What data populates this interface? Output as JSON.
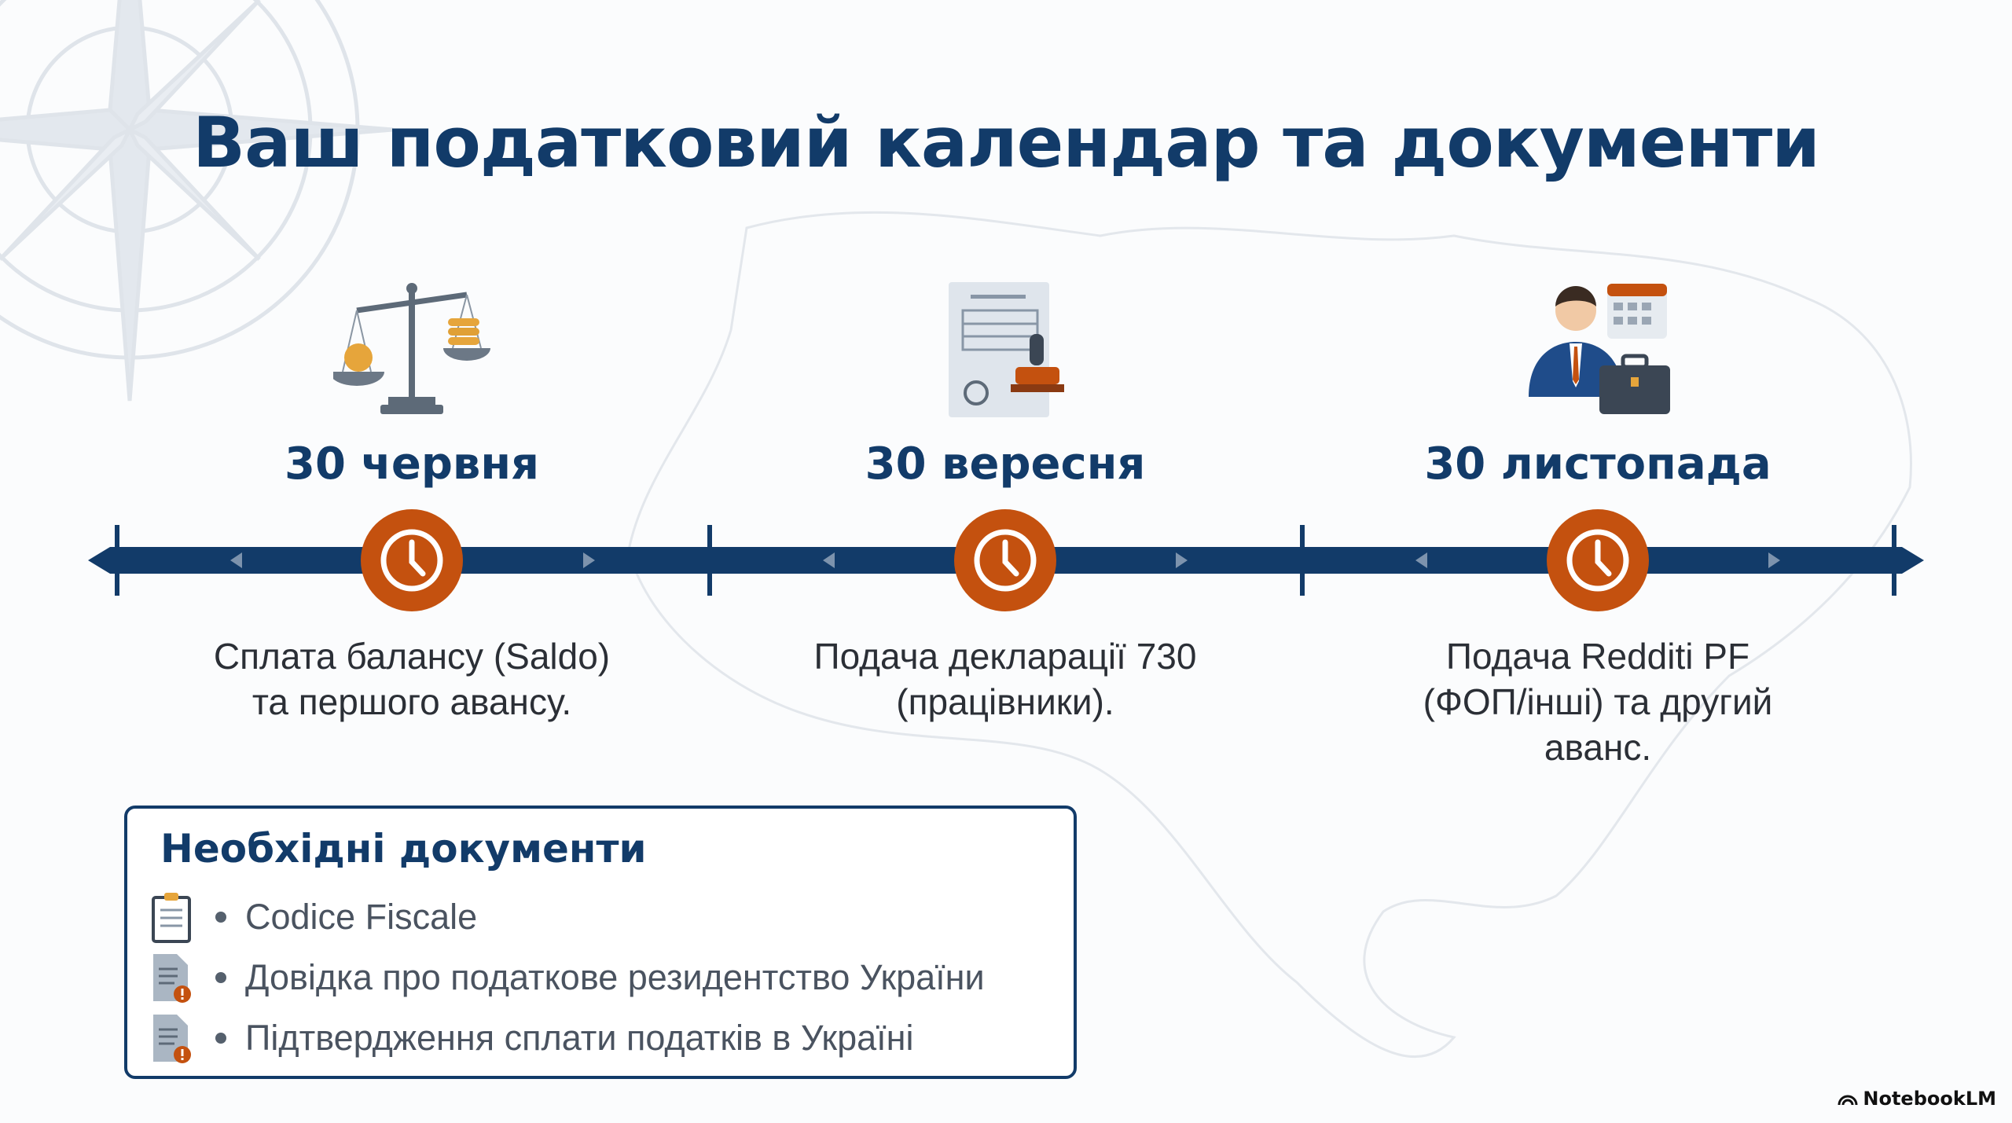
{
  "title": "Ваш податковий календар та документи",
  "colors": {
    "navy": "#123b69",
    "orange": "#c4510f",
    "muted": "#9aa8b8"
  },
  "timeline": [
    {
      "date": "30 червня",
      "icon": "scales-icon",
      "desc_lines": [
        "Сплата балансу (Saldo)",
        "та першого авансу."
      ]
    },
    {
      "date": "30 вересня",
      "icon": "document-stamp-icon",
      "desc_lines": [
        "Подача декларації 730",
        "(працівники)."
      ]
    },
    {
      "date": "30 листопада",
      "icon": "businessman-calendar-icon",
      "desc_lines": [
        "Подача Redditi PF",
        "(ФОП/інші) та другий",
        "аванс."
      ]
    }
  ],
  "documents": {
    "heading": "Необхідні документи",
    "items": [
      {
        "label": "Codice Fiscale",
        "icon": "clipboard-icon"
      },
      {
        "label": "Довідка про податкове резидентство України",
        "icon": "document-warning-icon"
      },
      {
        "label": "Підтвердження сплати податків в Україні",
        "icon": "document-warning-icon"
      }
    ]
  },
  "branding": "NotebookLM"
}
